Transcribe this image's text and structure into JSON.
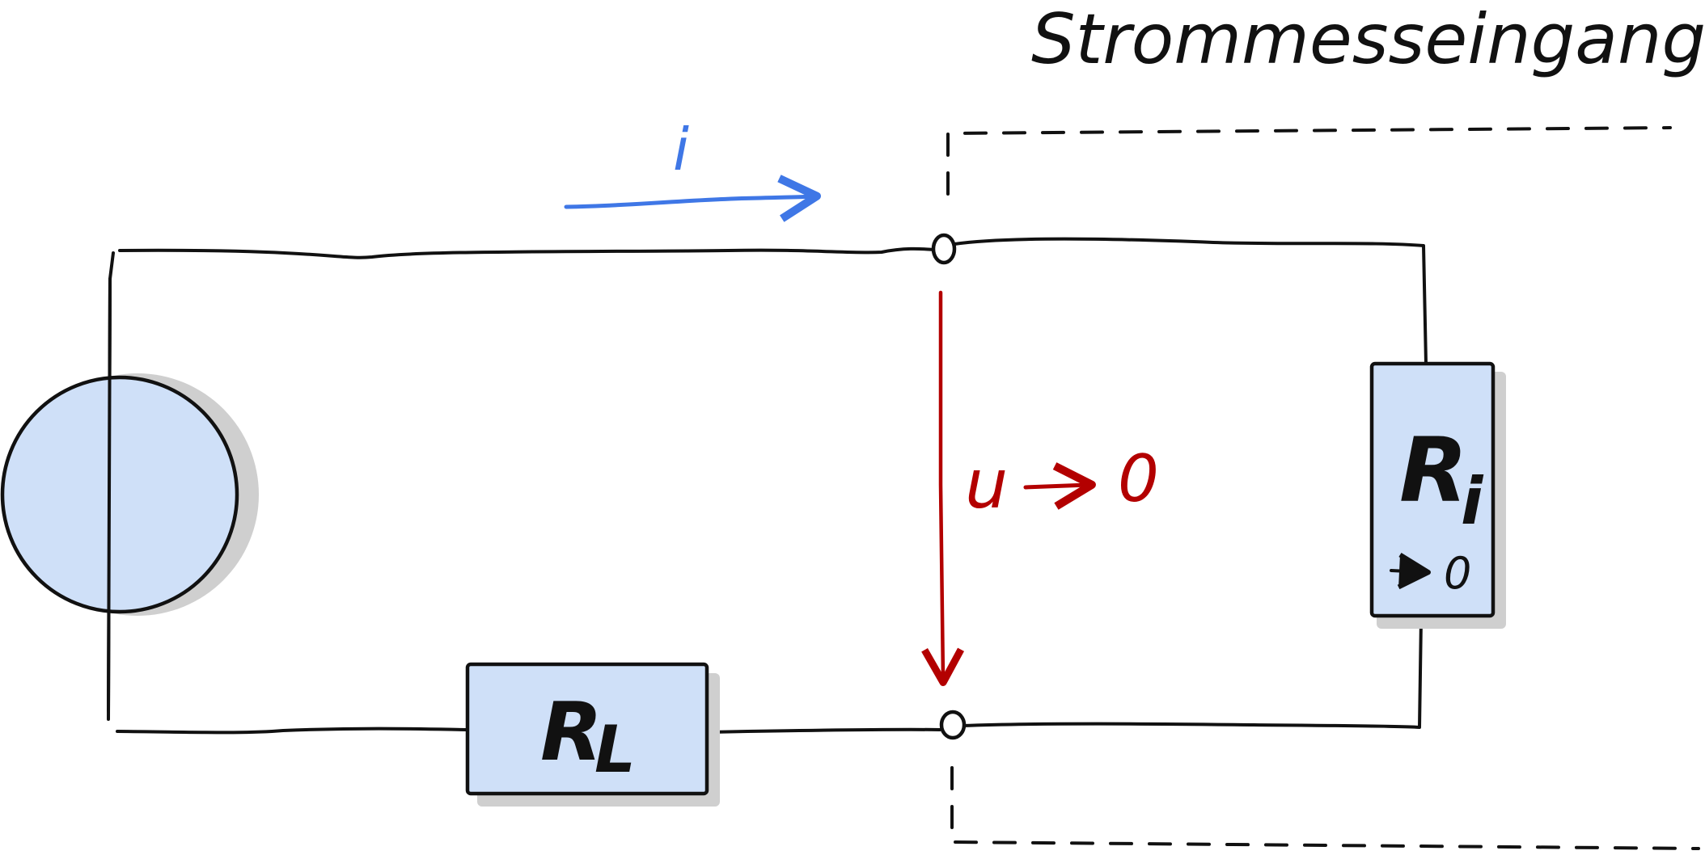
{
  "diagram": {
    "title": "Strommesseingang",
    "current_label": "i",
    "voltage_label": "u",
    "voltage_value": "0",
    "load_resistor": {
      "symbol": "R",
      "subscript": "L"
    },
    "internal_resistor": {
      "symbol": "R",
      "subscript": "i",
      "value": "0"
    }
  },
  "colors": {
    "current_arrow": "#3f77e6",
    "voltage_arrow": "#b30000",
    "component_fill": "#cfe0f8",
    "wire": "#111111",
    "shadow": "#cfcfcf"
  }
}
